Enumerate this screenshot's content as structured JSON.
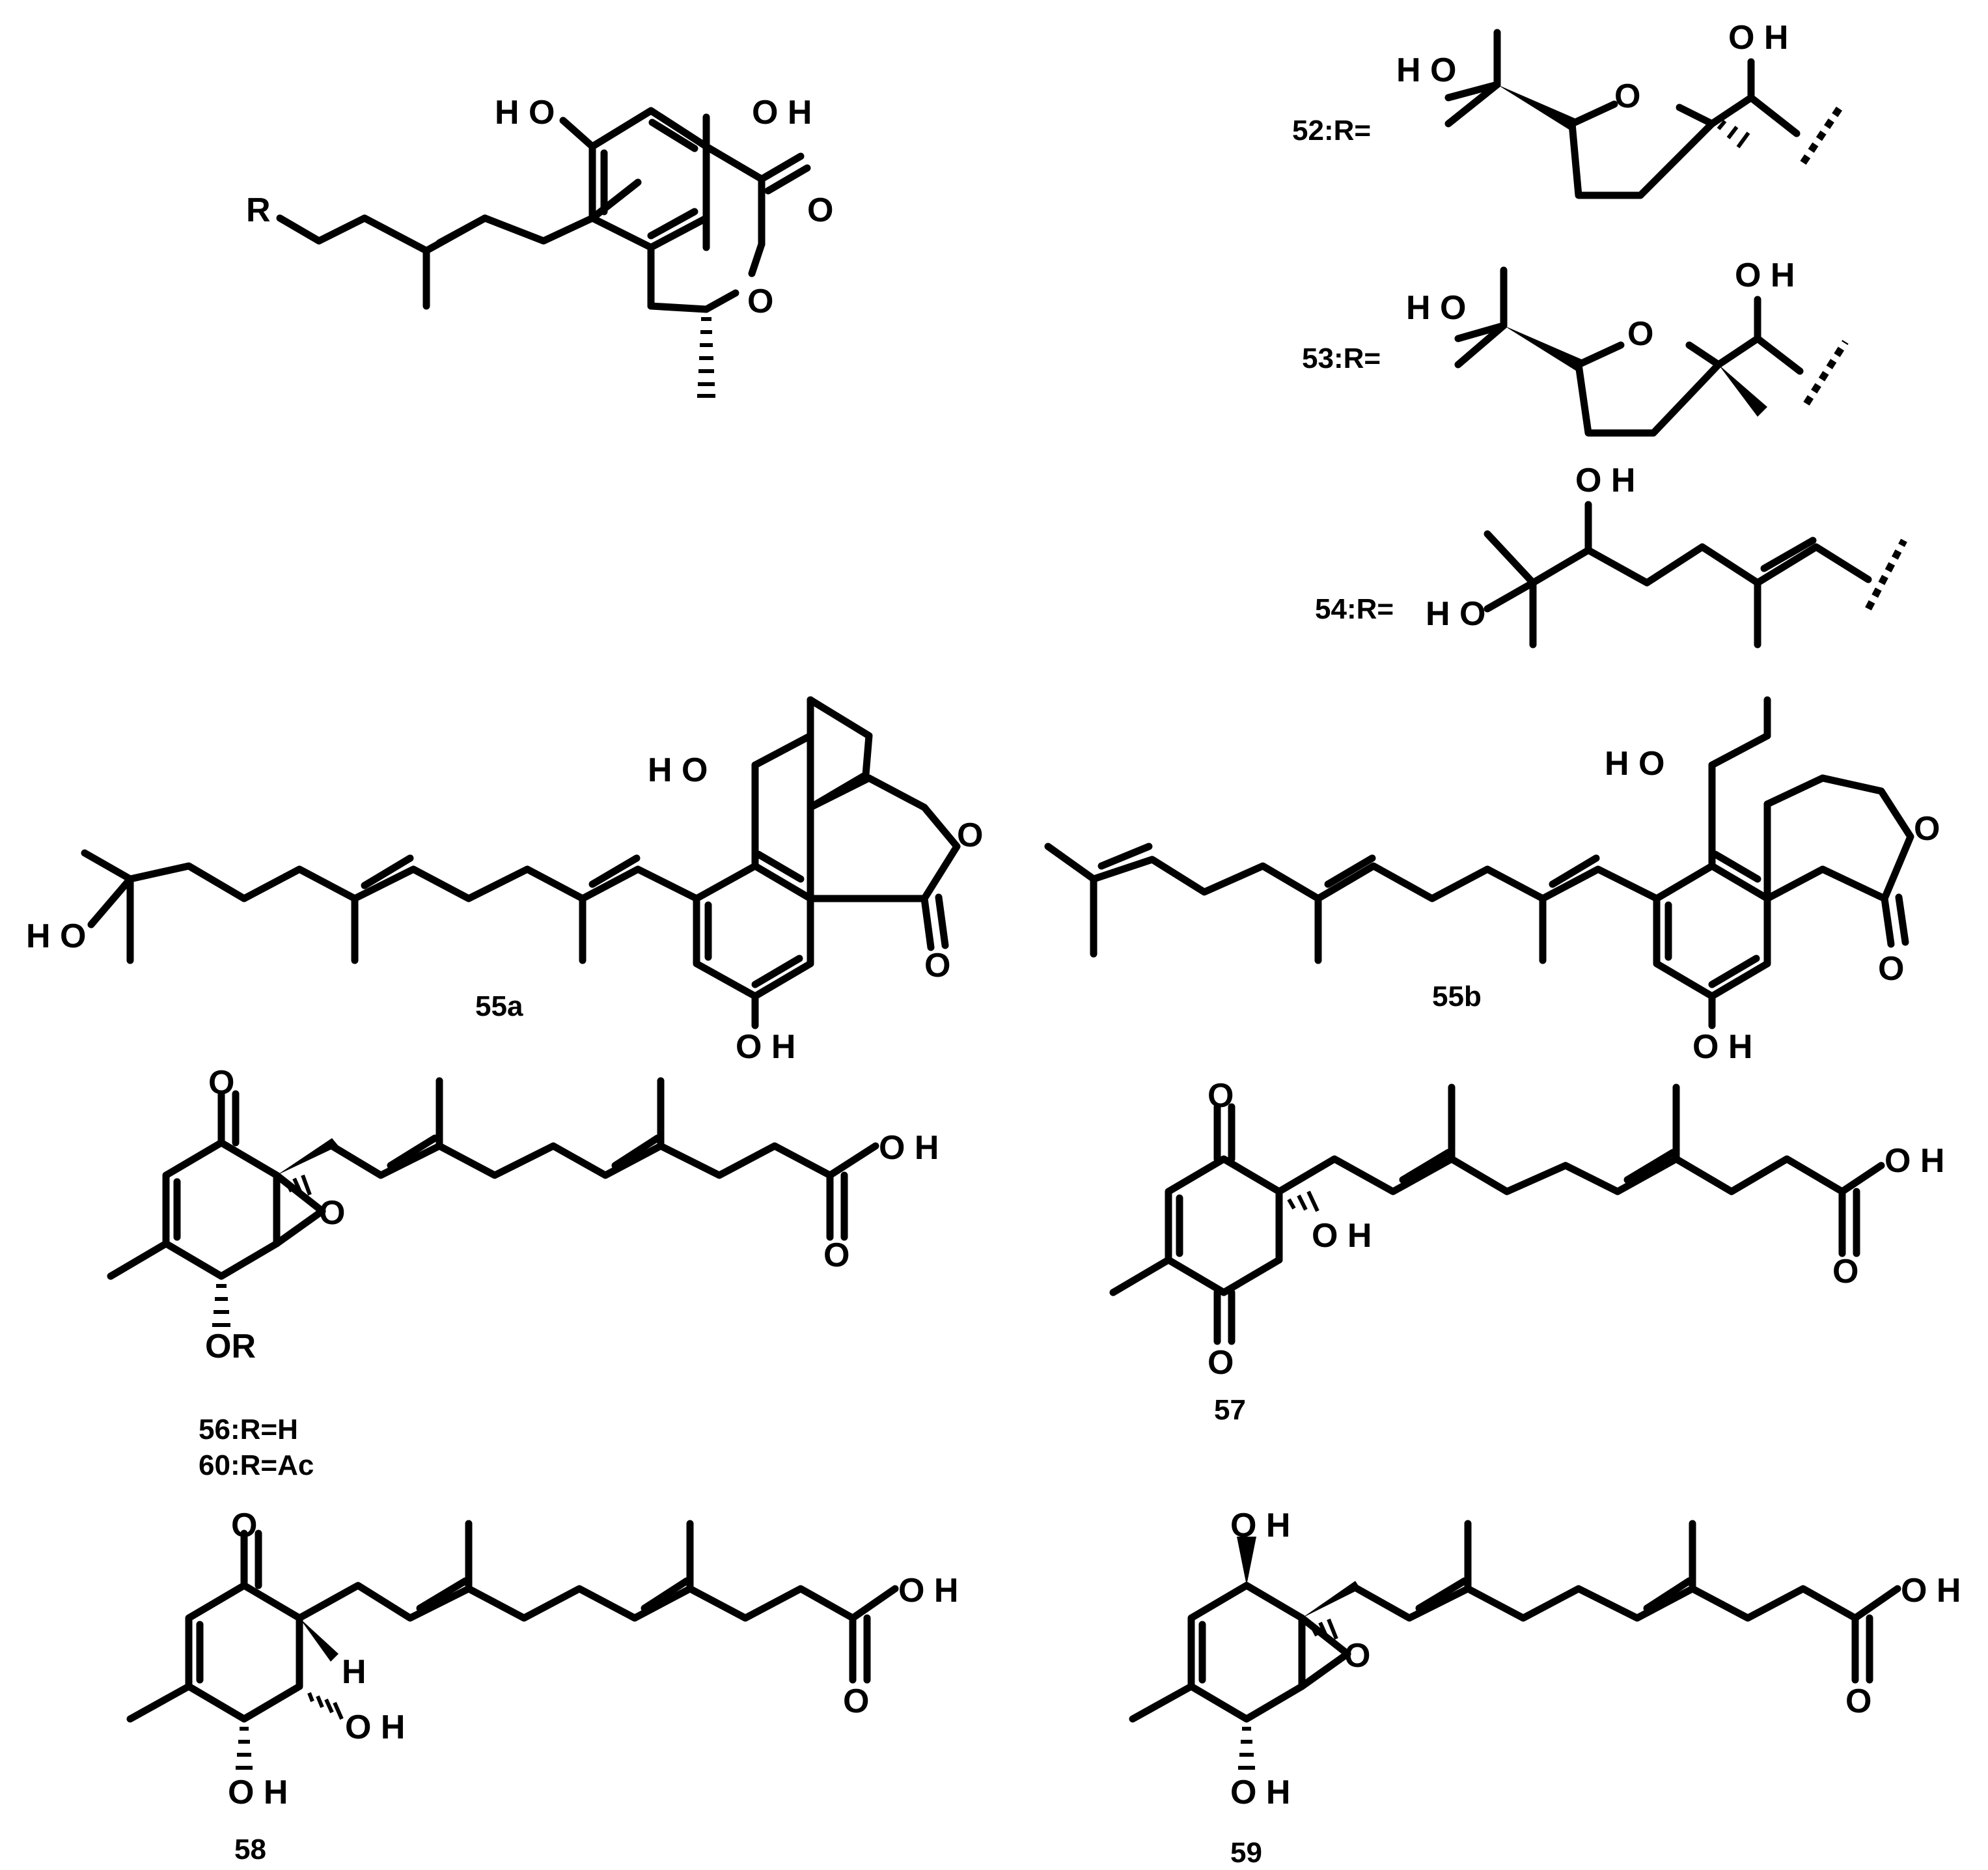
{
  "labels": {
    "r52": "52:R=",
    "r53": "53:R=",
    "r54": "54:R=",
    "c55a": "55a",
    "c55b": "55b",
    "c56": "56:R=H",
    "c60": "60:R=Ac",
    "c57": "57",
    "c58": "58",
    "c59": "59"
  },
  "atoms": {
    "HO": "HO",
    "H_O": "H O",
    "O_H": "O H",
    "O": "O",
    "R": "R",
    "OR": "OR",
    "H": "H",
    "OH": "OH"
  }
}
